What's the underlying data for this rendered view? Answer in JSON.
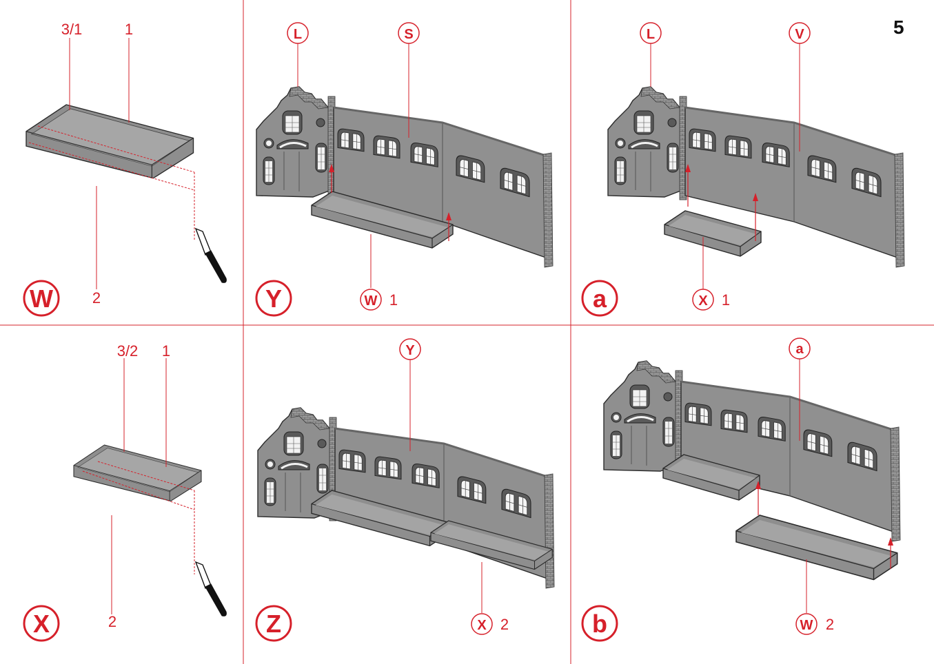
{
  "page_number": "5",
  "colors": {
    "accent": "#d6202a",
    "part_fill": "#8e8e8e",
    "part_light": "#b4b4b4",
    "outline": "#2b2b2b"
  },
  "panels": [
    {
      "id": "W",
      "step_label": "W",
      "callouts": [
        "3/1",
        "1",
        "2"
      ]
    },
    {
      "id": "Y",
      "step_label": "Y",
      "wall_callouts": [
        "L",
        "S"
      ],
      "ref_circle": "W",
      "ref_number": "1"
    },
    {
      "id": "a",
      "step_label": "a",
      "wall_callouts": [
        "L",
        "V"
      ],
      "ref_circle": "X",
      "ref_number": "1"
    },
    {
      "id": "X",
      "step_label": "X",
      "callouts": [
        "3/2",
        "1",
        "2"
      ]
    },
    {
      "id": "Z",
      "step_label": "Z",
      "wall_callouts": [
        "Y"
      ],
      "ref_circle": "X",
      "ref_number": "2"
    },
    {
      "id": "b",
      "step_label": "b",
      "wall_callouts": [
        "a"
      ],
      "ref_circle": "W",
      "ref_number": "2"
    }
  ]
}
